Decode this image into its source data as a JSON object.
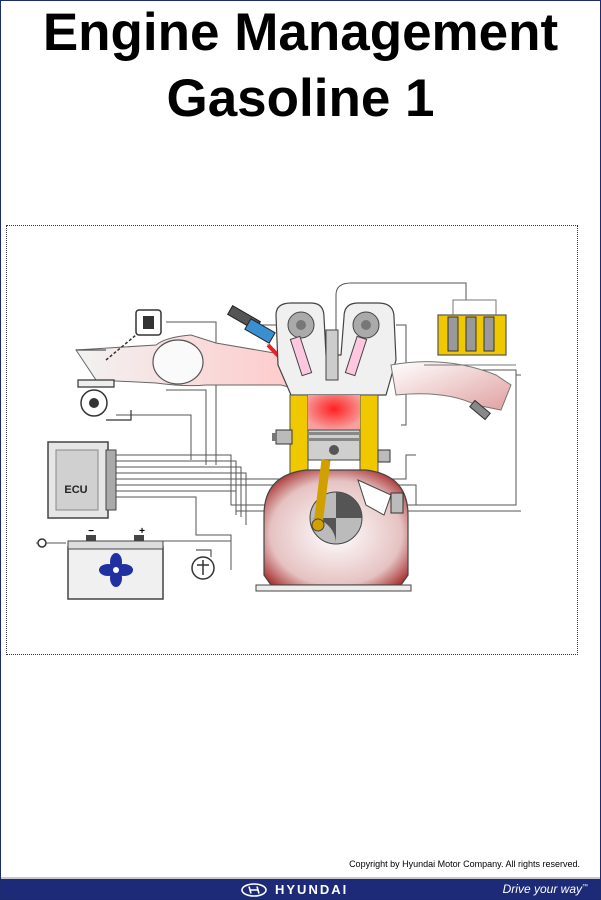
{
  "title": {
    "line1": "Engine Management",
    "line2": "Gasoline 1"
  },
  "diagram": {
    "ecu_label": "ECU",
    "battery_minus": "−",
    "battery_plus": "+"
  },
  "footer": {
    "copyright": "Copyright by Hyundai Motor Company.    All rights reserved.",
    "brand": "HYUNDAI",
    "slogan": "Drive your way",
    "slogan_tm": "™"
  },
  "colors": {
    "navy": "#1d2a78",
    "combustion_red": "#e8202a",
    "cylinder_yellow": "#f0c800",
    "battery_blue": "#2030a0"
  }
}
